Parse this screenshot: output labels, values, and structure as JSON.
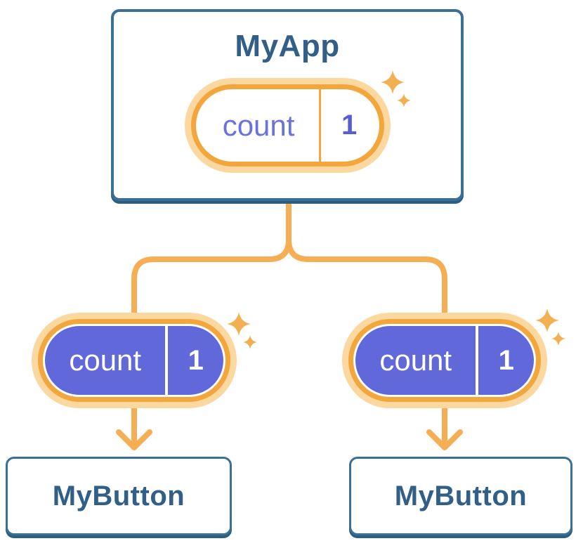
{
  "diagram": {
    "root": {
      "title": "MyApp",
      "pill": {
        "label": "count",
        "value": "1"
      }
    },
    "children": [
      {
        "title": "MyButton",
        "pill": {
          "label": "count",
          "value": "1"
        }
      },
      {
        "title": "MyButton",
        "pill": {
          "label": "count",
          "value": "1"
        }
      }
    ],
    "colors": {
      "card_border": "#3A6F96",
      "card_shadow": "#2B5E80",
      "title_text": "#325F87",
      "pill_halo": "#FBD8A0",
      "pill_ring": "#F2A63C",
      "pill_fill_purple": "#6169DA",
      "pill_text_purple": "#6A72E0",
      "pill_value_purple": "#565ED4",
      "pill_text_white": "#FFFFFF",
      "connector": "#F6AE55",
      "sparkle": "#F3B052"
    }
  }
}
